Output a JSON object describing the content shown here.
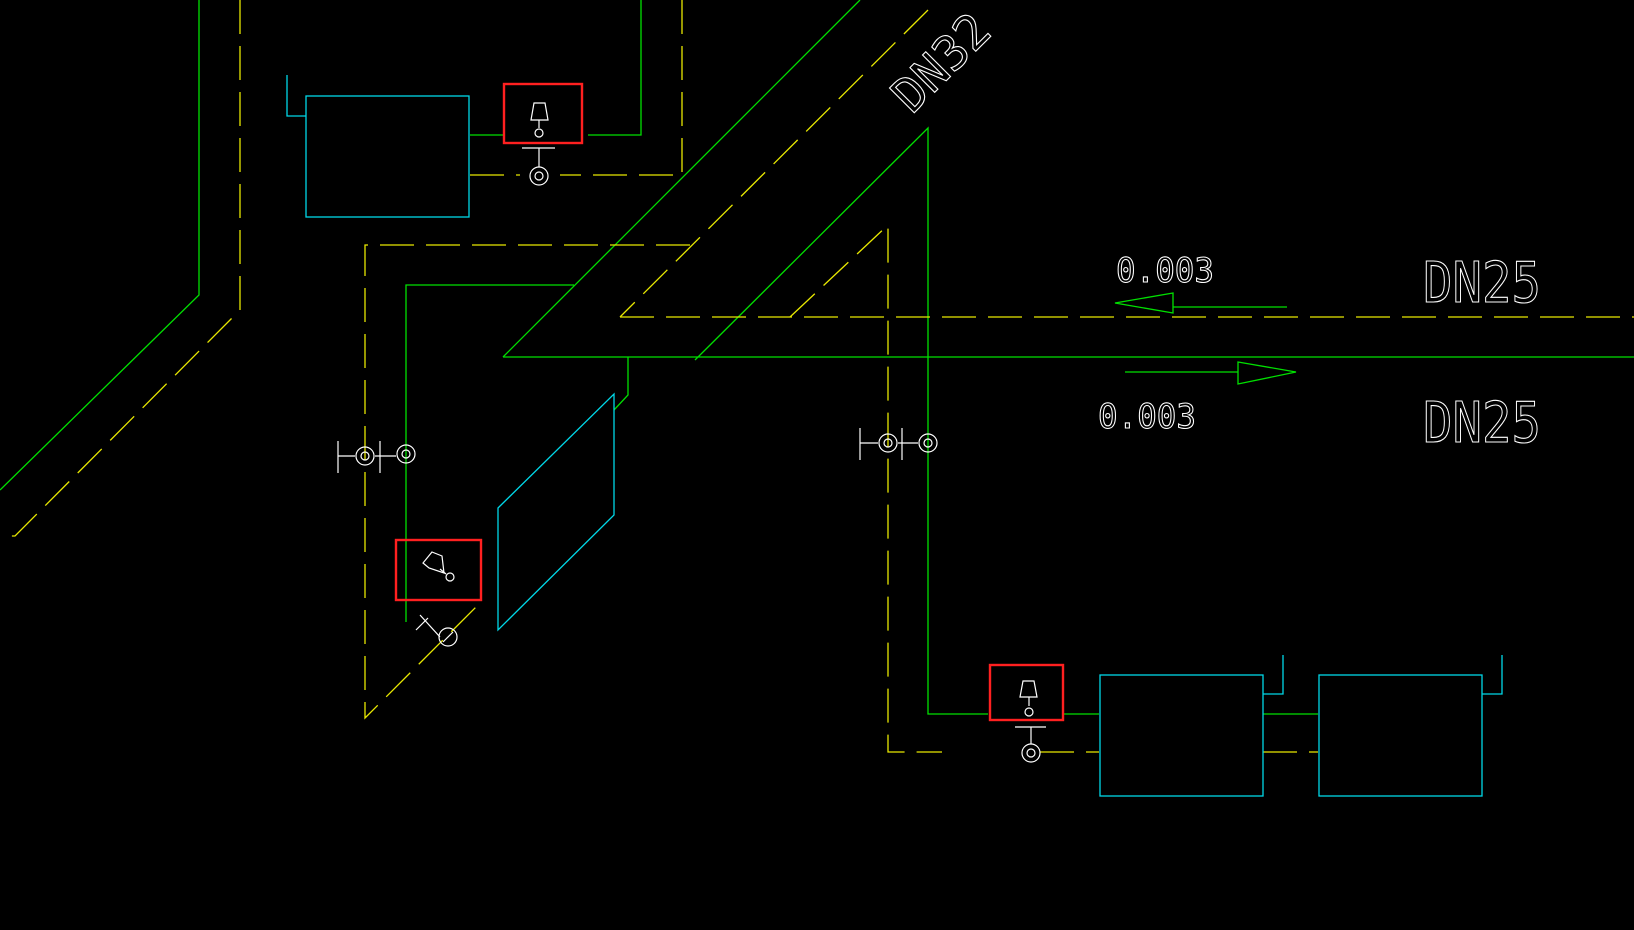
{
  "drawing": {
    "labels": {
      "dn32": "DN32",
      "dn25_supply": "DN25",
      "dn25_return": "DN25",
      "slope_supply": "0.003",
      "slope_return": "0.003"
    },
    "colors": {
      "background": "#000000",
      "supply_pipe": "#00e000",
      "return_pipe": "#e8e800",
      "radiator": "#00d8e8",
      "valve": "#ffffff",
      "highlight_box": "#ff2020",
      "text": "#ffffff"
    },
    "highlighted_components": [
      "valve-top",
      "valve-left",
      "valve-bottom"
    ]
  }
}
